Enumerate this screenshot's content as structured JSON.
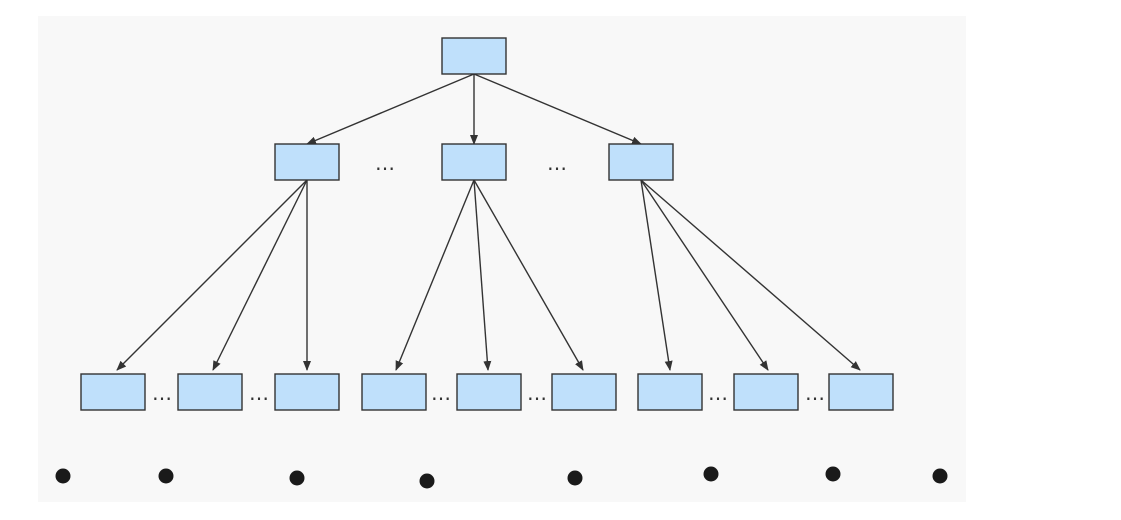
{
  "diagram": {
    "panel_background": "#f8f8f8",
    "node_fill": "#bfe0fb",
    "node_stroke": "#333333",
    "edge_color": "#333333",
    "dot_color": "#1a1a1a",
    "ellipsis_text": "…",
    "nodes": [
      {
        "id": "root"
      },
      {
        "id": "mid-1"
      },
      {
        "id": "mid-2"
      },
      {
        "id": "mid-3"
      },
      {
        "id": "leaf-1-1"
      },
      {
        "id": "leaf-1-2"
      },
      {
        "id": "leaf-1-3"
      },
      {
        "id": "leaf-2-1"
      },
      {
        "id": "leaf-2-2"
      },
      {
        "id": "leaf-2-3"
      },
      {
        "id": "leaf-3-1"
      },
      {
        "id": "leaf-3-2"
      },
      {
        "id": "leaf-3-3"
      }
    ],
    "edges": [
      [
        "root",
        "mid-1"
      ],
      [
        "root",
        "mid-2"
      ],
      [
        "root",
        "mid-3"
      ],
      [
        "mid-1",
        "leaf-1-1"
      ],
      [
        "mid-1",
        "leaf-1-2"
      ],
      [
        "mid-1",
        "leaf-1-3"
      ],
      [
        "mid-2",
        "leaf-2-1"
      ],
      [
        "mid-2",
        "leaf-2-2"
      ],
      [
        "mid-2",
        "leaf-2-3"
      ],
      [
        "mid-3",
        "leaf-3-1"
      ],
      [
        "mid-3",
        "leaf-3-2"
      ],
      [
        "mid-3",
        "leaf-3-3"
      ]
    ]
  }
}
